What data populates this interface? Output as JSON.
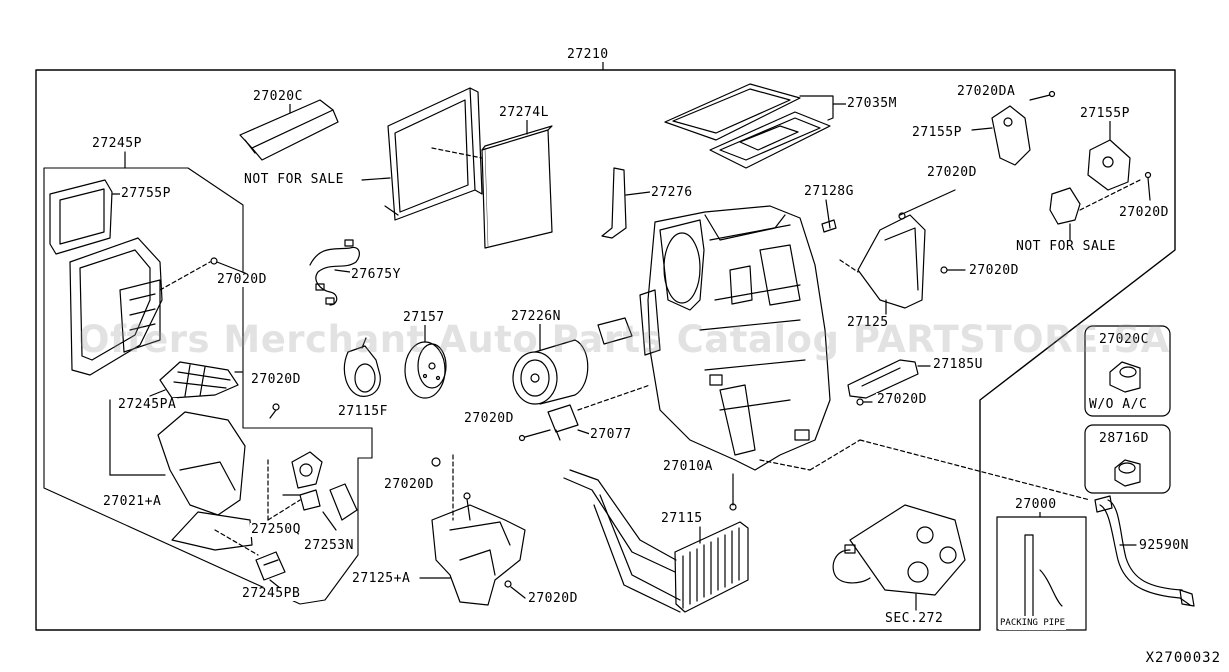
{
  "labels": {
    "p27210": "27210",
    "p27020C": "27020C",
    "p27274L": "27274L",
    "p27035M": "27035M",
    "p27020DA": "27020DA",
    "p27155P_a": "27155P",
    "p27155P_b": "27155P",
    "p27245P": "27245P",
    "p27755P": "27755P",
    "nfs1": "NOT FOR SALE",
    "p27276": "27276",
    "p27128G": "27128G",
    "p27020D_1": "27020D",
    "p27020D_2": "27020D",
    "p27020D_3": "27020D",
    "p27020D_4": "27020D",
    "p27020D_5": "27020D",
    "p27020D_6": "27020D",
    "p27020D_7": "27020D",
    "p27020D_8": "27020D",
    "p27020D_9": "27020D",
    "nfs2": "NOT FOR SALE",
    "p27675Y": "27675Y",
    "p27157": "27157",
    "p27226N": "27226N",
    "p27125": "27125",
    "p27185U": "27185U",
    "p27245PA": "27245PA",
    "p27115F": "27115F",
    "p27077": "27077",
    "p27010A": "27010A",
    "p27021A": "27021+A",
    "p27250Q": "27250Q",
    "p27253N": "27253N",
    "p27115": "27115",
    "p27125A": "27125+A",
    "p27245PB": "27245PB",
    "sec272": "SEC.272",
    "p27000": "27000",
    "packing": "PACKING PIPE",
    "p92590N": "92590N",
    "p27020C_b": "27020C",
    "wo_ac": "W/O  A/C",
    "p28716D": "28716D"
  },
  "watermark": "Offers Merchant Auto Parts Catalog PARTSTORE.SA",
  "figure_id": "X2700032"
}
